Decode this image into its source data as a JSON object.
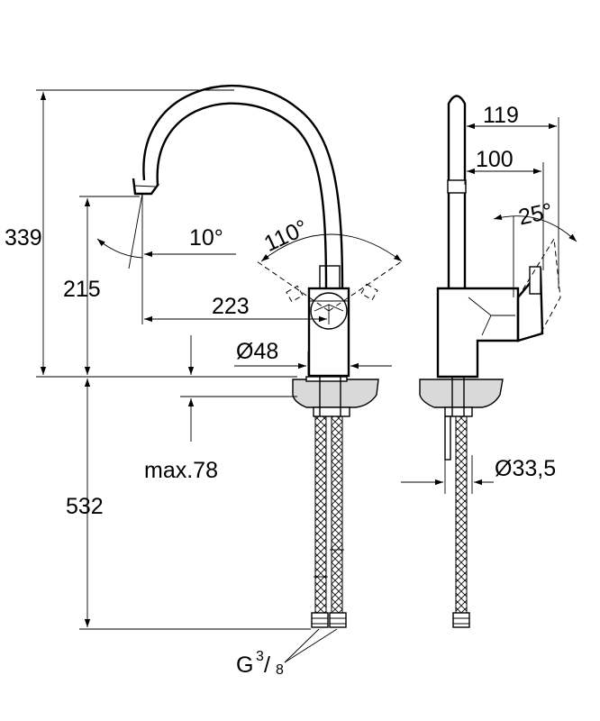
{
  "dimensions": {
    "total_height_above": "339",
    "spout_height": "215",
    "spout_angle": "10°",
    "swivel_angle": "110°",
    "spout_reach": "223",
    "base_diameter": "Ø48",
    "max_thickness": "max.78",
    "hose_length": "532",
    "side_reach": "119",
    "side_reach_inner": "100",
    "lever_angle": "25°",
    "hole_diameter": "Ø33,5"
  },
  "connection": {
    "thread_prefix": "G",
    "thread_numerator": "3",
    "thread_denominator": "8"
  }
}
